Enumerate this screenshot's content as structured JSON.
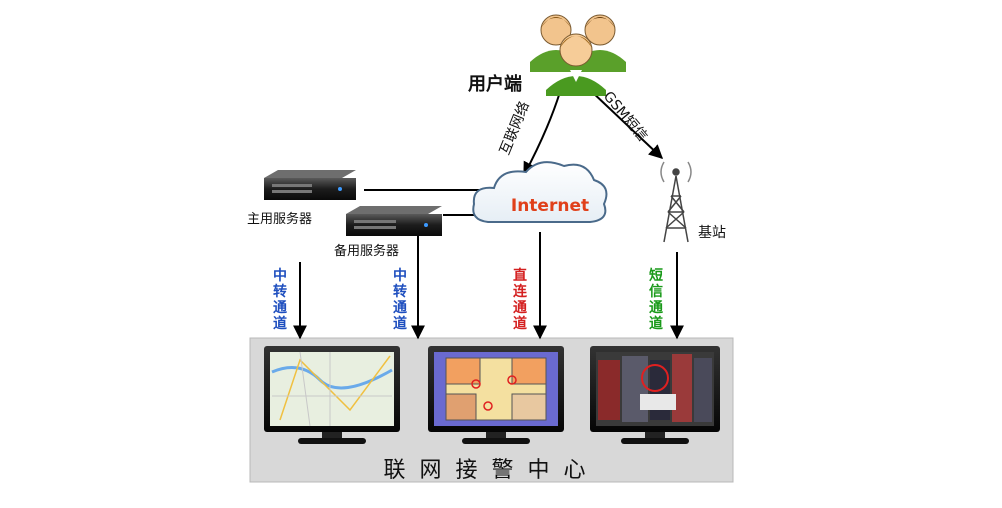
{
  "nodes": {
    "user": {
      "label": "用户端"
    },
    "internet": {
      "label": "Internet"
    },
    "base_station": {
      "label": "基站"
    },
    "main_server": {
      "label": "主用服务器"
    },
    "backup_server": {
      "label": "备用服务器"
    }
  },
  "edges": {
    "user_internet": {
      "label": "互联网络"
    },
    "user_gsm": {
      "label": "GSM短信"
    },
    "relay_main": {
      "label": "中转通道"
    },
    "relay_backup": {
      "label": "中转通道"
    },
    "direct": {
      "label": "直连通道"
    },
    "sms": {
      "label": "短信通道"
    }
  },
  "center": {
    "title": "联网接警中心"
  },
  "colors": {
    "relay": "#1f4fbf",
    "direct": "#d42020",
    "sms": "#1a9a1a",
    "internet_text": "#e0401a",
    "panel_bg": "#d8d8d8"
  }
}
